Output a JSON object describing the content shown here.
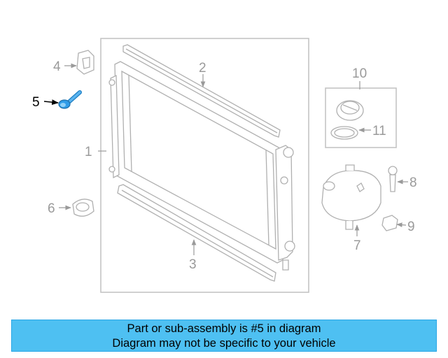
{
  "diagram": {
    "callouts": {
      "c1": "1",
      "c2": "2",
      "c3": "3",
      "c4": "4",
      "c5": "5",
      "c6": "6",
      "c7": "7",
      "c8": "8",
      "c9": "9",
      "c10": "10",
      "c11": "11"
    },
    "highlight_color": "#2f9ce8"
  },
  "banner": {
    "line1": "Part or sub-assembly is #5 in diagram",
    "line2": "Diagram may not be specific to your vehicle",
    "background": "#4ec0f2"
  }
}
